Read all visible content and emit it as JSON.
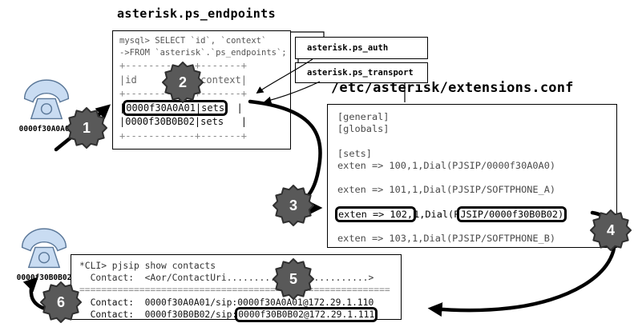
{
  "endpoints": {
    "title": "asterisk.ps_endpoints",
    "query1": "mysql> SELECT `id`, `context`",
    "query2": "->FROM `asterisk`.`ps_endpoints`;",
    "sep_top": "+------------+-------+",
    "header": "|id          |context|",
    "sep_mid": "+------------+-------+",
    "row1_pre": "|",
    "row1_hl": "0000f30A0A01|sets",
    "row1_post": "  |",
    "row2": "|0000f30B0B02|sets   |",
    "sep_bottom": "+------------+-------+"
  },
  "related_tables": {
    "auth": "asterisk.ps_auth",
    "transport": "asterisk.ps_transport"
  },
  "extensions": {
    "title": "/etc/asterisk/extensions.conf",
    "line_general": "[general]",
    "line_globals": "[globals]",
    "line_sets": "[sets]",
    "exten_100": "exten => 100,1,Dial(PJSIP/0000f30A0A0)",
    "exten_101": "exten => 101,1,Dial(PJSIP/SOFTPHONE_A)",
    "exten_102_hl1": "exten => 102,",
    "exten_102_mid": "1,Dial(P",
    "exten_102_hl2": "JSIP/0000f30B0B02)",
    "exten_103": "exten => 103,1,Dial(PJSIP/SOFTPHONE_B)"
  },
  "cli": {
    "line1": "*CLI> pjsip show contacts",
    "line2": "  Contact:  <Aor/ContactUri..........................>",
    "sep": "=========================================================",
    "line3": "  Contact:  0000f30A0A01/sip:0000f30A0A01@172.29.1.110",
    "line4_pre": "  Contact:  0000f30B0B02/sip:",
    "line4_hl": "0000f30B0B02@172.29.1.111"
  },
  "phones": {
    "phone_a_label": "0000f30A0A01",
    "phone_b_label": "0000f30B0B02"
  },
  "steps": [
    "1",
    "2",
    "3",
    "4",
    "5",
    "6"
  ],
  "colors": {
    "phone_fill": "#c9dcf2",
    "phone_stroke": "#5b7899",
    "badge_fill": "#595959",
    "badge_stroke": "#303030",
    "arrow": "#000000"
  }
}
